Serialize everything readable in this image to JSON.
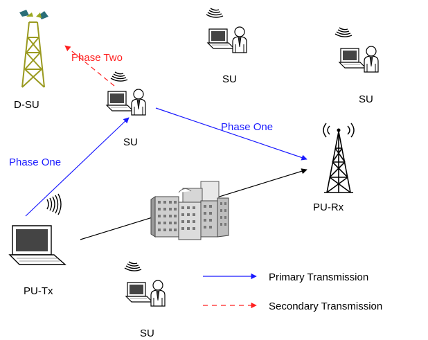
{
  "nodes": {
    "dsu": {
      "label": "D-SU",
      "icon": "relay-tower-icon"
    },
    "su_relay": {
      "label": "SU",
      "icon": "laptop-user-icon"
    },
    "su_top_center": {
      "label": "SU",
      "icon": "laptop-user-icon"
    },
    "su_top_right": {
      "label": "SU",
      "icon": "laptop-user-icon"
    },
    "su_bottom": {
      "label": "SU",
      "icon": "laptop-user-icon"
    },
    "pu_tx": {
      "label": "PU-Tx",
      "icon": "laptop-icon"
    },
    "pu_rx": {
      "label": "PU-Rx",
      "icon": "radio-tower-icon"
    },
    "buildings": {
      "icon": "city-buildings-icon"
    }
  },
  "links": {
    "phase_two_label": "Phase Two",
    "phase_one_upper_label": "Phase One",
    "phase_one_left_label": "Phase One"
  },
  "legend": {
    "primary_label": "Primary Transmission",
    "secondary_label": "Secondary Transmission"
  },
  "colors": {
    "primary": "#1a1aff",
    "secondary": "#ff2020",
    "direct": "#000000"
  }
}
